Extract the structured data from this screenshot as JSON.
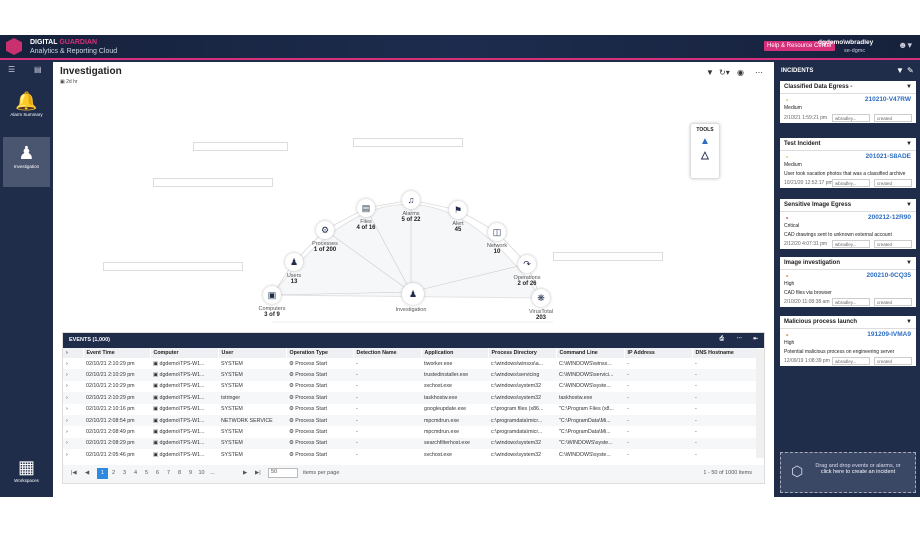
{
  "header": {
    "brand_a": "DIGITAL",
    "brand_b": "GUARDIAN",
    "product": "Analytics & Reporting Cloud",
    "help": "Help & Resource Center",
    "user": "dgdemo\\wbradley",
    "tenant": "se-dgmc"
  },
  "sidebar": {
    "items": [
      {
        "label": "Alarm Summary",
        "icon": "bell-icon"
      },
      {
        "label": "Investigation",
        "icon": "investigator-icon"
      },
      {
        "label": "Workspaces",
        "icon": "grid-icon"
      }
    ]
  },
  "page": {
    "title": "Investigation",
    "range": "2d hr"
  },
  "graph": {
    "tools_label": "TOOLS",
    "center": "Investigation",
    "nodes": [
      {
        "label": "Computers",
        "value": "3 of 9",
        "icon": "laptop-icon"
      },
      {
        "label": "Users",
        "value": "13",
        "icon": "user-icon"
      },
      {
        "label": "Processes",
        "value": "1 of 200",
        "icon": "gear-icon"
      },
      {
        "label": "Files",
        "value": "4 of 16",
        "icon": "file-icon"
      },
      {
        "label": "Alarms",
        "value": "5 of 22",
        "icon": "bell-icon"
      },
      {
        "label": "Alert",
        "value": "45",
        "icon": "flag-icon"
      },
      {
        "label": "Network",
        "value": "10",
        "icon": "network-icon"
      },
      {
        "label": "Operations",
        "value": "2 of 26",
        "icon": "operations-icon"
      },
      {
        "label": "VirusTotal",
        "value": "203",
        "icon": "bug-icon"
      }
    ]
  },
  "events": {
    "title": "EVENTS (1,000)",
    "columns": [
      "Event Time",
      "Computer",
      "User",
      "Operation Type",
      "Detection Name",
      "Application",
      "Process Directory",
      "Command Line",
      "IP Address",
      "DNS Hostname"
    ],
    "rows": [
      [
        "02/10/21 2:10:29 pm",
        "dgdemo\\TPS-W1...",
        "SYSTEM",
        "Process Start",
        "-",
        "tiworker.exe",
        "c:\\windows\\winsxs\\a...",
        "C:\\WINDOWS\\winsx...",
        "-",
        "-"
      ],
      [
        "02/10/21 2:10:29 pm",
        "dgdemo\\TPS-W1...",
        "SYSTEM",
        "Process Start",
        "-",
        "trustedinstaller.exe",
        "c:\\windows\\servicing",
        "C:\\WINDOWS\\servici...",
        "-",
        "-"
      ],
      [
        "02/10/21 2:10:29 pm",
        "dgdemo\\TPS-W1...",
        "SYSTEM",
        "Process Start",
        "-",
        "svchost.exe",
        "c:\\windows\\system32",
        "C:\\WINDOWS\\syste...",
        "-",
        "-"
      ],
      [
        "02/10/21 2:10:29 pm",
        "dgdemo\\TPS-W1...",
        "tstringer",
        "Process Start",
        "-",
        "taskhostw.exe",
        "c:\\windows\\system32",
        "taskhostw.exe",
        "-",
        "-"
      ],
      [
        "02/10/21 2:10:16 pm",
        "dgdemo\\TPS-W1...",
        "SYSTEM",
        "Process Start",
        "-",
        "googleupdate.exe",
        "c:\\program files (x86...",
        "\"C:\\Program Files (x8...",
        "-",
        "-"
      ],
      [
        "02/10/21 2:08:54 pm",
        "dgdemo\\TPS-W1...",
        "NETWORK SERVICE",
        "Process Start",
        "-",
        "mpcmdrun.exe",
        "c:\\programdata\\micr...",
        "\"C:\\ProgramData\\Mi...",
        "-",
        "-"
      ],
      [
        "02/10/21 2:08:49 pm",
        "dgdemo\\TPS-W1...",
        "SYSTEM",
        "Process Start",
        "-",
        "mpcmdrun.exe",
        "c:\\programdata\\micr...",
        "\"C:\\ProgramData\\Mi...",
        "-",
        "-"
      ],
      [
        "02/10/21 2:08:29 pm",
        "dgdemo\\TPS-W1...",
        "SYSTEM",
        "Process Start",
        "-",
        "searchfilterhost.exe",
        "c:\\windows\\system32",
        "\"C:\\WINDOWS\\syste...",
        "-",
        "-"
      ],
      [
        "02/10/21 2:05:46 pm",
        "dgdemo\\TPS-W1...",
        "SYSTEM",
        "Process Start",
        "-",
        "svchost.exe",
        "c:\\windows\\system32",
        "C:\\WINDOWS\\syste...",
        "-",
        "-"
      ]
    ],
    "pages": [
      "1",
      "2",
      "3",
      "4",
      "5",
      "6",
      "7",
      "8",
      "9",
      "10",
      "..."
    ],
    "page_size": "50",
    "per_page_label": "items per page",
    "summary": "1 - 50 of 1000 items"
  },
  "incidents": {
    "title": "INCIDENTS",
    "cards": [
      {
        "title": "Classified Data Egress -",
        "id": "210210-V47RW",
        "severity": "Medium",
        "desc": "",
        "time": "2/10/21 1:59:21 pm",
        "assignee": "wbradley...",
        "status": "created"
      },
      {
        "title": "Test Incident",
        "id": "201021-S8ADE",
        "severity": "Medium",
        "desc": "User took vacation photos that was a classified archive",
        "time": "10/21/20 12:52:17 pm",
        "assignee": "wbradley...",
        "status": "created"
      },
      {
        "title": "Sensitive Image Egress",
        "id": "200212-12R90",
        "severity": "Critical",
        "desc": "CAD drawings sent to unknown external account",
        "time": "2/12/20 4:07:31 pm",
        "assignee": "wbradley...",
        "status": "created"
      },
      {
        "title": "Image investigation",
        "id": "200210-0CQ35",
        "severity": "High",
        "desc": "CAD files via browser",
        "time": "2/10/20 11:08:38 am",
        "assignee": "wbradley...",
        "status": "created"
      },
      {
        "title": "Malicious process launch",
        "id": "191209-IVMA9",
        "severity": "High",
        "desc": "Potential malicious process on engineering server",
        "time": "12/09/19 1:08:39 pm",
        "assignee": "wbradley...",
        "status": "created"
      }
    ],
    "drop_text": "Drag and drop events or alarms, or",
    "drop_link": "click here to create an incident"
  },
  "colors": {
    "navy": "#1f2d4a",
    "accent": "#d6307a",
    "link": "#2d6cc0"
  }
}
